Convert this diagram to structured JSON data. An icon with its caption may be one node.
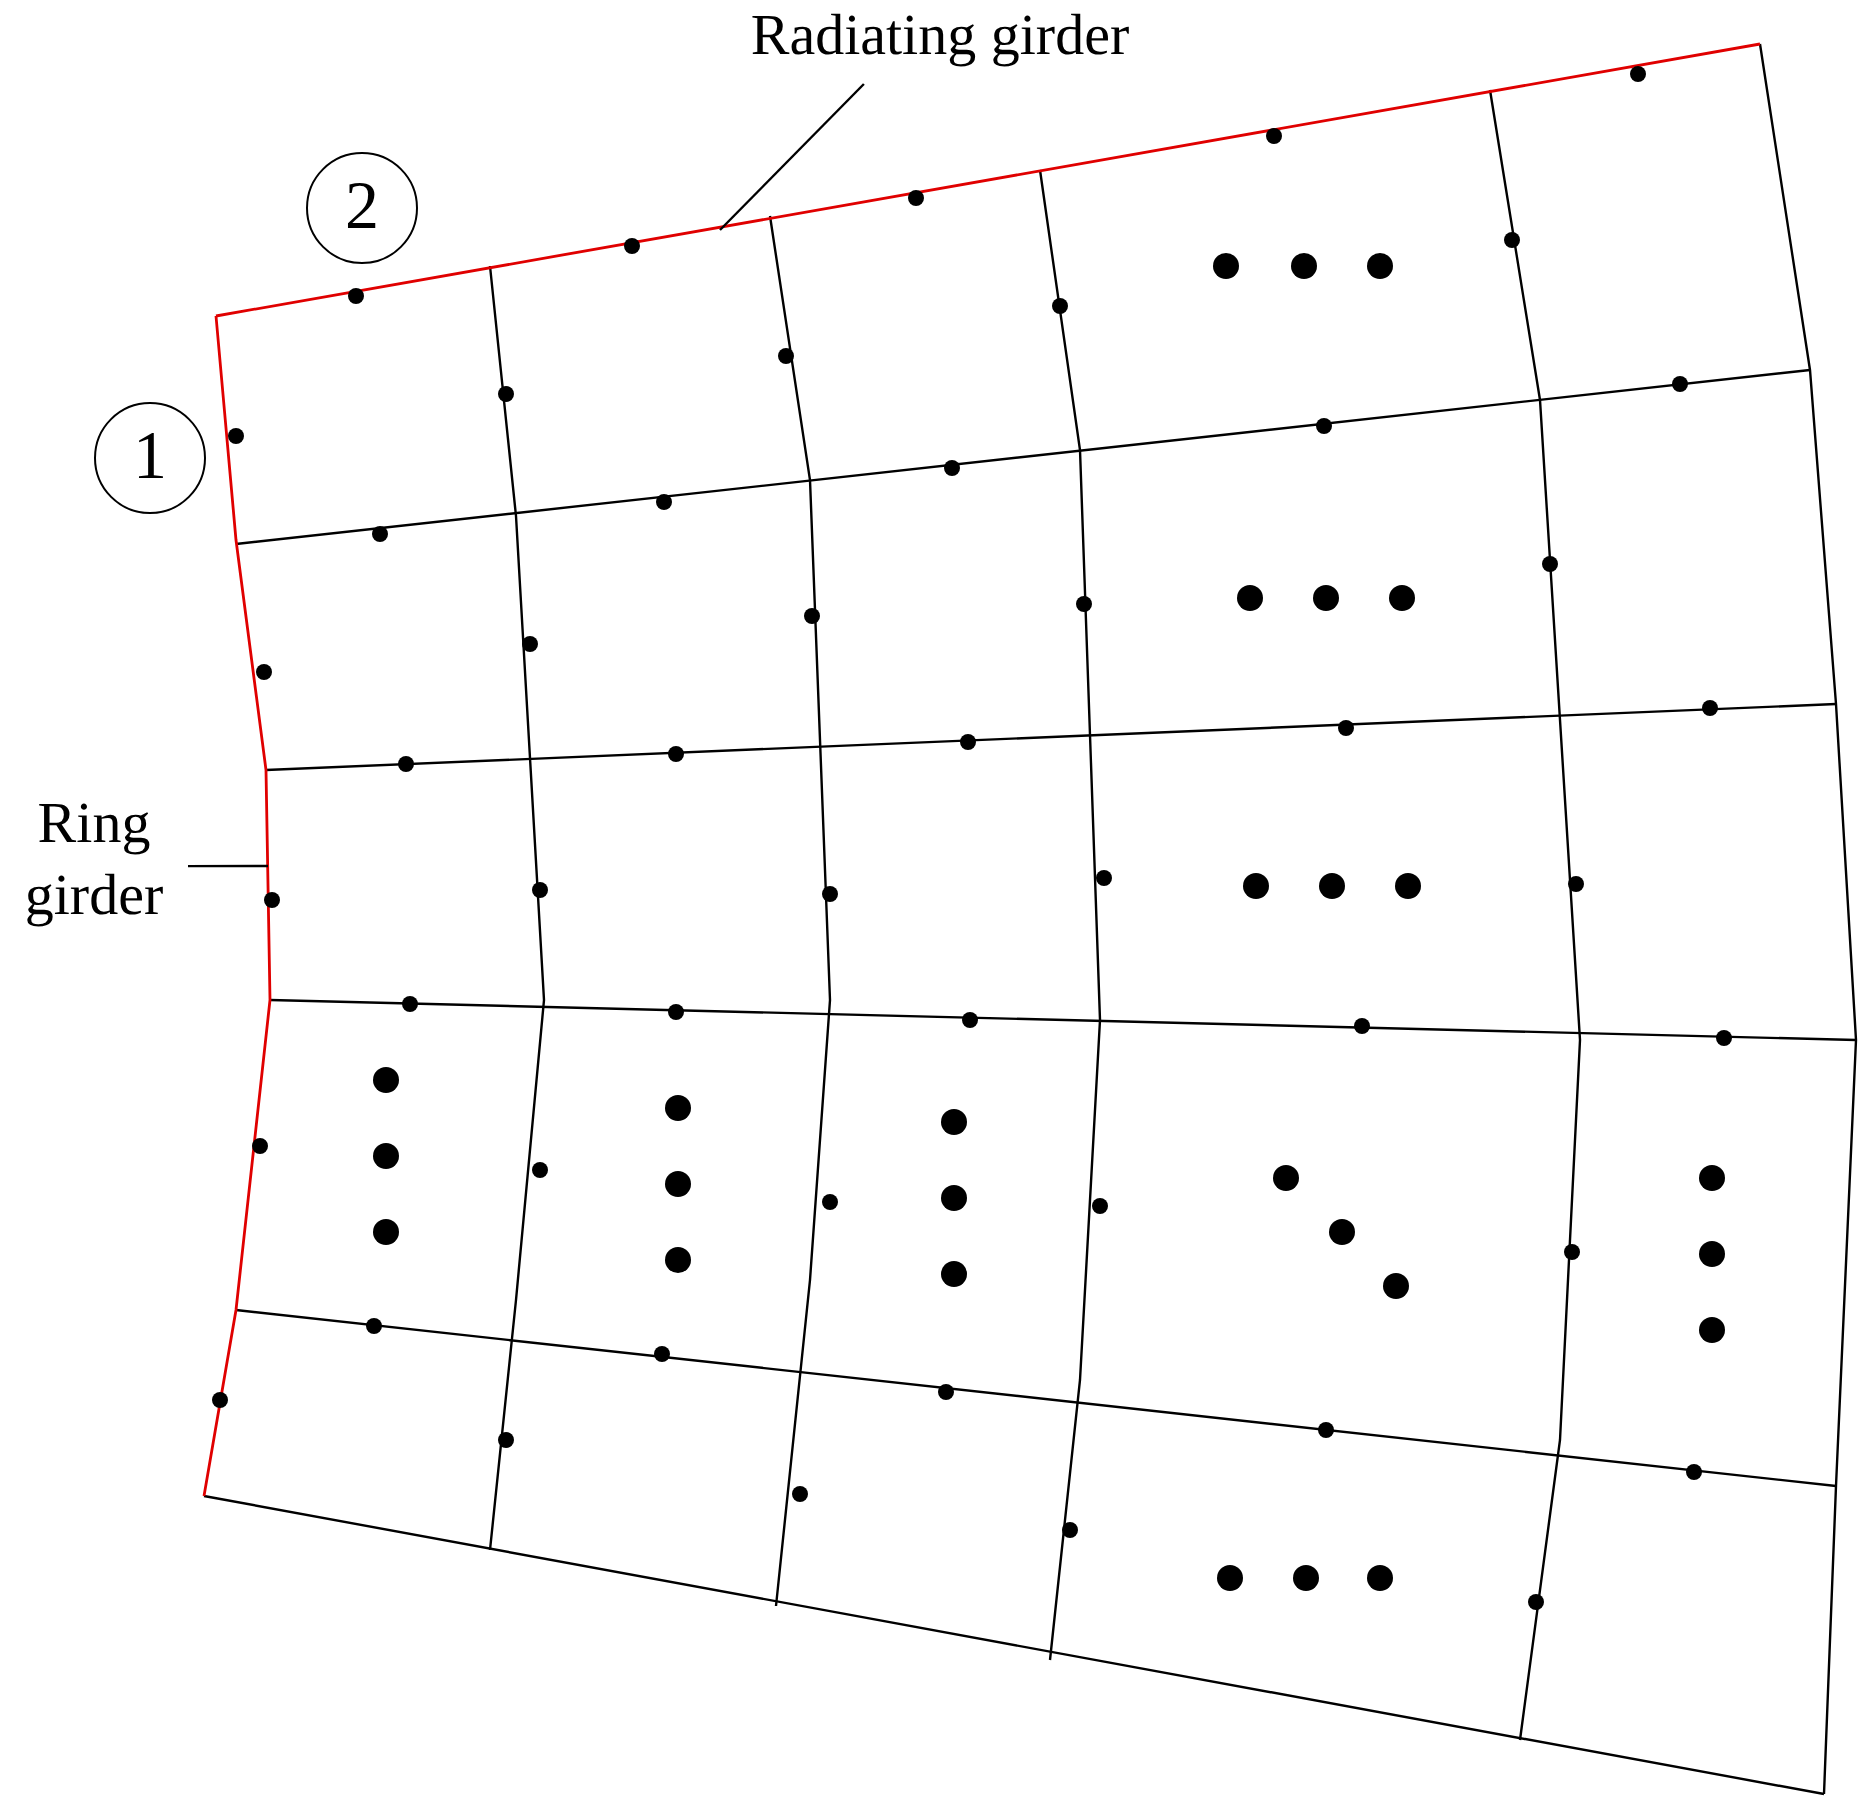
{
  "diagram": {
    "nodes": [
      {
        "text": [
          "Radiating girder"
        ]
      },
      {
        "text": [
          "Ring girder"
        ]
      },
      {
        "text": [
          "2"
        ]
      },
      {
        "text": [
          "1"
        ]
      }
    ],
    "edges": [
      {
        "from": 0,
        "to": null,
        "arrow": "none"
      },
      {
        "from": 1,
        "to": null,
        "arrow": "none"
      }
    ]
  }
}
